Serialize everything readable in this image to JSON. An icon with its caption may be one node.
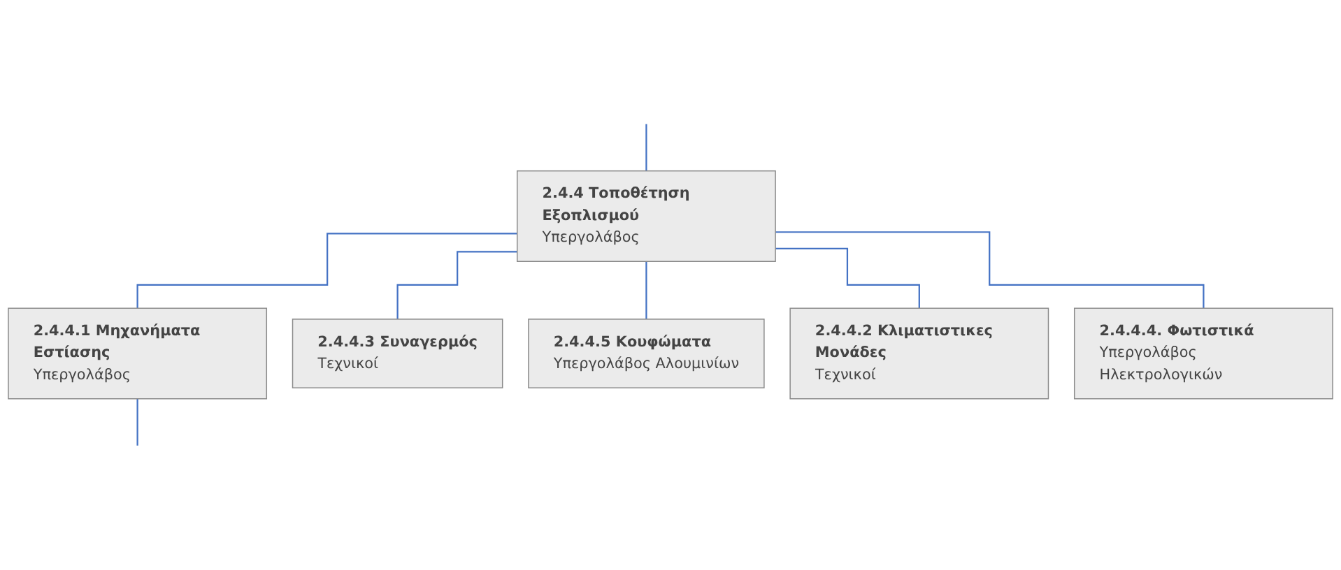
{
  "diagram": {
    "nodes": [
      {
        "text": [
          "2.4.4 Τοποθέτηση Εξοπλισμού",
          "Υπεργολάβος"
        ]
      },
      {
        "text": [
          "2.4.4.1 Μηχανήματα Εστίασης",
          "Υπεργολάβος"
        ]
      },
      {
        "text": [
          "2.4.4.3 Συναγερμός",
          "Τεχνικοί"
        ]
      },
      {
        "text": [
          "2.4.4.5 Κουφώματα",
          "Υπεργολάβος Αλουμινίων"
        ]
      },
      {
        "text": [
          "2.4.4.2 Κλιματιστικες Μονάδες",
          "Τεχνικοί"
        ]
      },
      {
        "text": [
          "2.4.4.4. Φωτιστικά",
          "Υπεργολάβος Ηλεκτρολογικών"
        ]
      }
    ],
    "edges": [
      {
        "from": null,
        "to": 0,
        "arrow": "none"
      },
      {
        "from": 0,
        "to": 1,
        "arrow": "none"
      },
      {
        "from": 0,
        "to": 2,
        "arrow": "none"
      },
      {
        "from": 0,
        "to": 3,
        "arrow": "none"
      },
      {
        "from": 0,
        "to": 4,
        "arrow": "none"
      },
      {
        "from": 0,
        "to": 5,
        "arrow": "none"
      },
      {
        "from": 1,
        "to": null,
        "arrow": "none"
      }
    ]
  }
}
